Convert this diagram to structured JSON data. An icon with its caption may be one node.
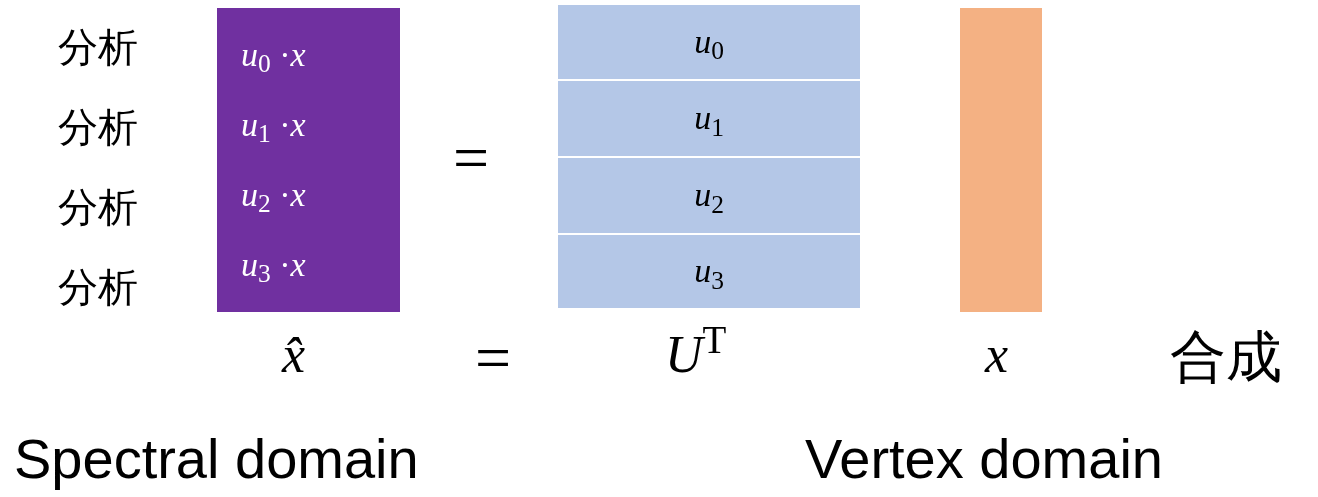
{
  "diagram": {
    "nodes": [
      {
        "text": [
          "*u*$_{0}$ ·*x*",
          "*u*$_{1}$ ·*x*",
          "*u*$_{2}$ ·*x*",
          "*u*$_{3}$ ·*x*"
        ]
      },
      {
        "text": [
          "*u*$_{0}$"
        ]
      },
      {
        "text": [
          "*u*$_{1}$"
        ]
      },
      {
        "text": [
          "*u*$_{2}$"
        ]
      },
      {
        "text": [
          "*u*$_{3}$"
        ]
      },
      {
        "text": [],
        "shape": "bar"
      }
    ],
    "edges": [],
    "labels": [
      "分析",
      "分析",
      "分析",
      "分析",
      "=",
      "x̂",
      "=",
      "*U*$^{T}$",
      "x",
      "合成",
      "Spectral domain",
      "Vertex domain"
    ]
  }
}
